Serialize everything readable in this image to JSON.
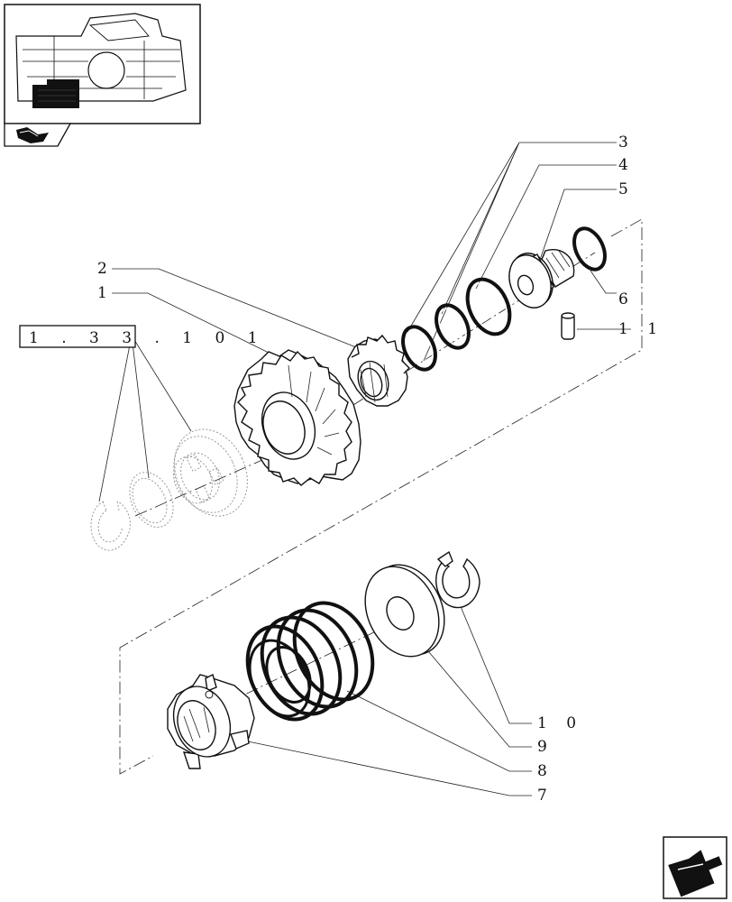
{
  "reference_box": {
    "label": "1 . 3 3 . 1   0 1"
  },
  "callouts": [
    {
      "id": "1",
      "label": "1"
    },
    {
      "id": "2",
      "label": "2"
    },
    {
      "id": "3",
      "label": "3"
    },
    {
      "id": "4",
      "label": "4"
    },
    {
      "id": "5",
      "label": "5"
    },
    {
      "id": "6",
      "label": "6"
    },
    {
      "id": "7",
      "label": "7"
    },
    {
      "id": "8",
      "label": "8"
    },
    {
      "id": "9",
      "label": "9"
    },
    {
      "id": "10",
      "label": "1 0"
    },
    {
      "id": "11",
      "label": "1 1"
    }
  ],
  "icons": {
    "thumbnail": "transmission-locator-thumbnail-icon",
    "book": "catalogue-book-icon",
    "nav": "next-page-arrow-icon"
  }
}
